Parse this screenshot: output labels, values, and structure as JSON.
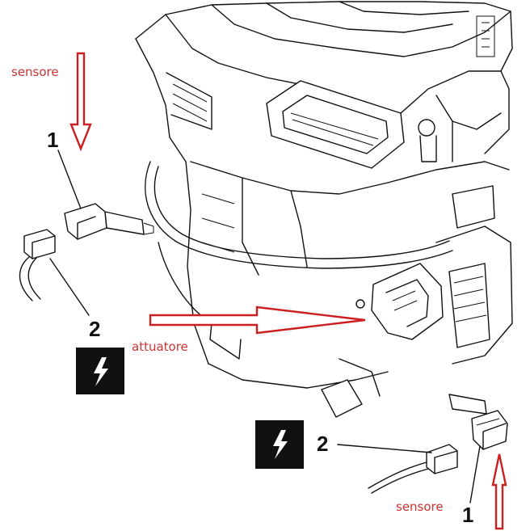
{
  "labels": {
    "sensor_top": "sensore",
    "actuator": "attuatore",
    "sensor_bottom": "sensore"
  },
  "callouts": {
    "top_sensor_num": "1",
    "top_connector_num": "2",
    "bottom_connector_num": "2",
    "bottom_sensor_num": "1"
  },
  "icons": {
    "electrical_warning_left": "lightning-bolt-icon",
    "electrical_warning_right": "lightning-bolt-icon"
  },
  "colors": {
    "annotation": "#cc1f1f",
    "line_art": "#111111",
    "icon_bg": "#111111"
  }
}
